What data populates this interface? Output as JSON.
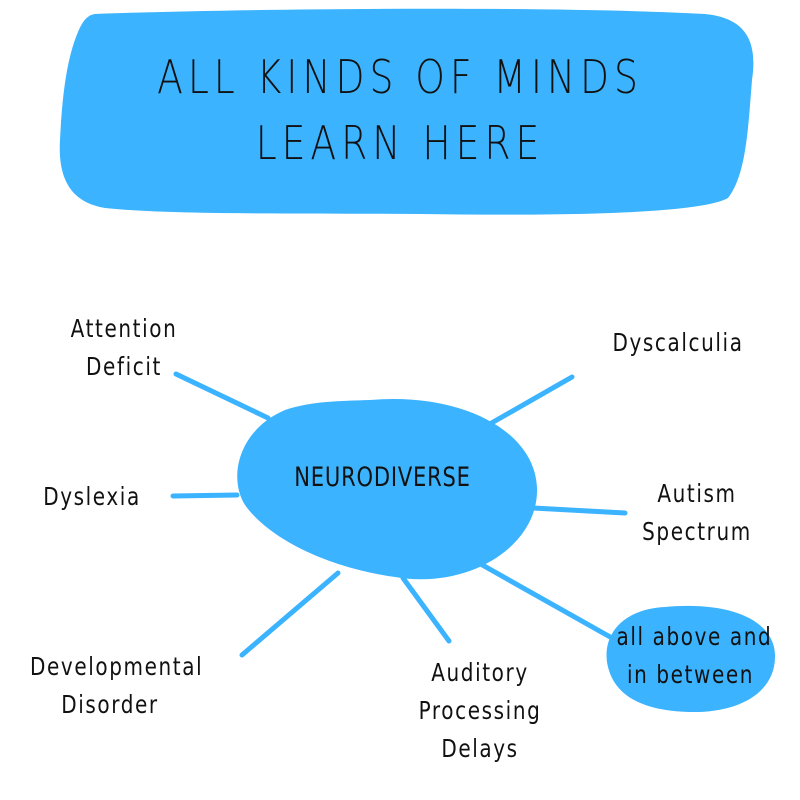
{
  "colors": {
    "accent": "#3bb3ff",
    "text": "#111111",
    "background": "#ffffff"
  },
  "title": {
    "line1": "ALL KINDS OF MINDS",
    "line2": "LEARN HERE"
  },
  "center": {
    "label": "NEURODIVERSE"
  },
  "branches": {
    "attention": [
      "Attention",
      "Deficit"
    ],
    "dyscalculia": [
      "Dyscalculia"
    ],
    "dyslexia": [
      "Dyslexia"
    ],
    "autism": [
      "Autism",
      "Spectrum"
    ],
    "developmental": [
      "Developmental",
      "Disorder"
    ],
    "auditory": [
      "Auditory",
      "Processing",
      "Delays"
    ],
    "all_above": [
      "all above and",
      "in between"
    ]
  }
}
